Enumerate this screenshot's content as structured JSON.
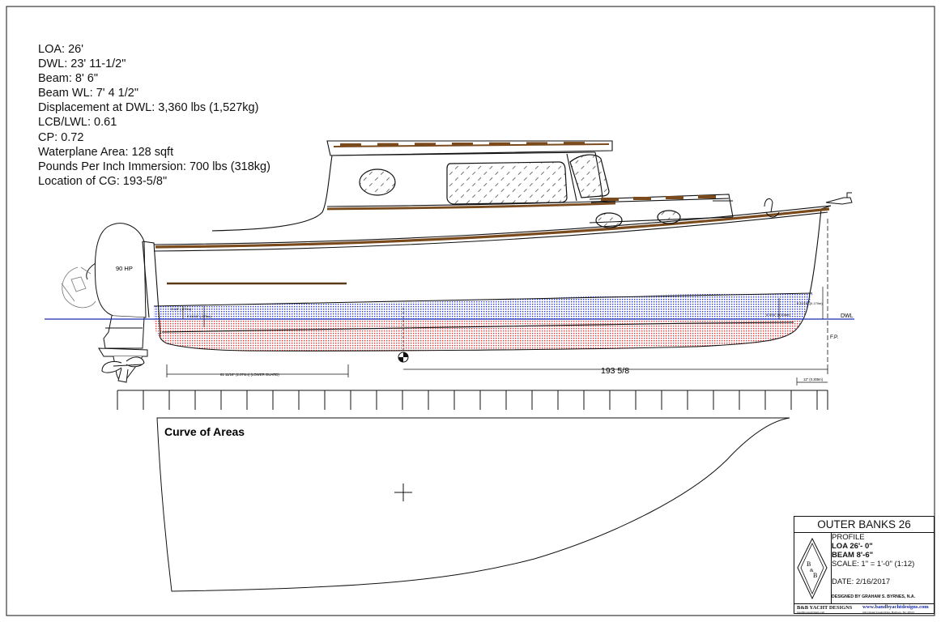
{
  "specs": [
    "LOA:  26'",
    "DWL:  23' 11-1/2\"",
    "Beam:  8' 6\"",
    "Beam WL:  7' 4 1/2\"",
    "Displacement at DWL:  3,360 lbs (1,527kg)",
    "LCB/LWL: 0.61",
    "CP: 0.72",
    "Waterplane Area: 128 sqft",
    "Pounds Per Inch Immersion: 700 lbs (318kg)",
    "Location of CG:  193-5/8\""
  ],
  "drawing": {
    "engine_label": "90 HP",
    "waterline_label": "DWL",
    "forward_perpendicular_label": "F.P.",
    "cg_dimension": "193 5/8",
    "lower_guard_dimension": "81 11/16\" (2.074m) (LOWER GUARD)",
    "stern_freeboard_1": "3 1/8\" (.079m)",
    "stern_freeboard_2": "2 15/16\" (.075m)",
    "bow_freeboard_1": "6 11/16\" (0.170m)",
    "bow_freeboard_2": "4 3/16\" (0.106m)",
    "bow_offset": "12\" (0.305m)",
    "curve_title": "Curve of Areas"
  },
  "title_block": {
    "title": "OUTER BANKS 26",
    "drawing": "PROFILE",
    "loa": "LOA   26'- 0\"",
    "beam": "BEAM 8'-6\"",
    "scale": "SCALE:  1\" = 1'-0\" (1:12)",
    "date": "DATE:  2/16/2017",
    "designer": "DESIGNED BY GRAHAM S. BYRNES, N.A.",
    "firm": "B&B YACHT DESIGNS",
    "website": "www.bandbyachtdesigns.com",
    "email": "bandbboats@gmail.com",
    "address": "242 Chapel Creek Drive, Bayboro, NC 28515",
    "logo_text_top": "B",
    "logo_text_mid": "&",
    "logo_text_bottom": "B"
  },
  "colors": {
    "ink": "#111111",
    "waterline": "#1f2fb0",
    "below_waterline_hatch": "#d63a3a",
    "above_waterline_hatch": "#2a3ad0",
    "sheer_stripe": "#7a4a1c"
  }
}
